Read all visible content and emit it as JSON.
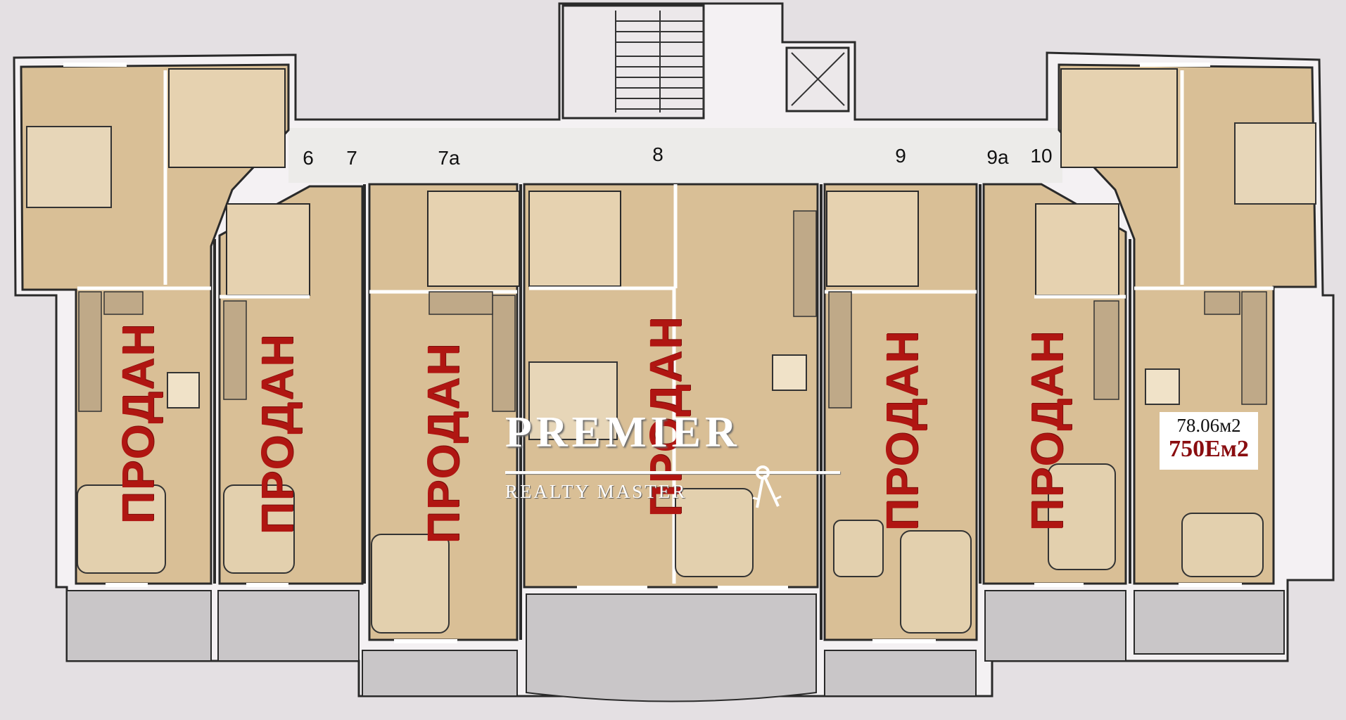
{
  "plan": {
    "sold_label": "ПРОДАН",
    "apartment_numbers": [
      "6",
      "7",
      "7а",
      "8",
      "9",
      "9а",
      "10"
    ],
    "price_area": "78.06м2",
    "price_value": "750Ем2"
  },
  "logo": {
    "main": "PREMIER",
    "sub": "REALTY  MASTER"
  },
  "colors": {
    "background": "#e4e0e3",
    "apartment_fill": "#d9bf96",
    "wall": "#ffffff",
    "wall_outline": "#2a2a2a",
    "balcony": "#c9c6c8",
    "sold_text": "#b01612",
    "price_text": "#8a0d10"
  }
}
